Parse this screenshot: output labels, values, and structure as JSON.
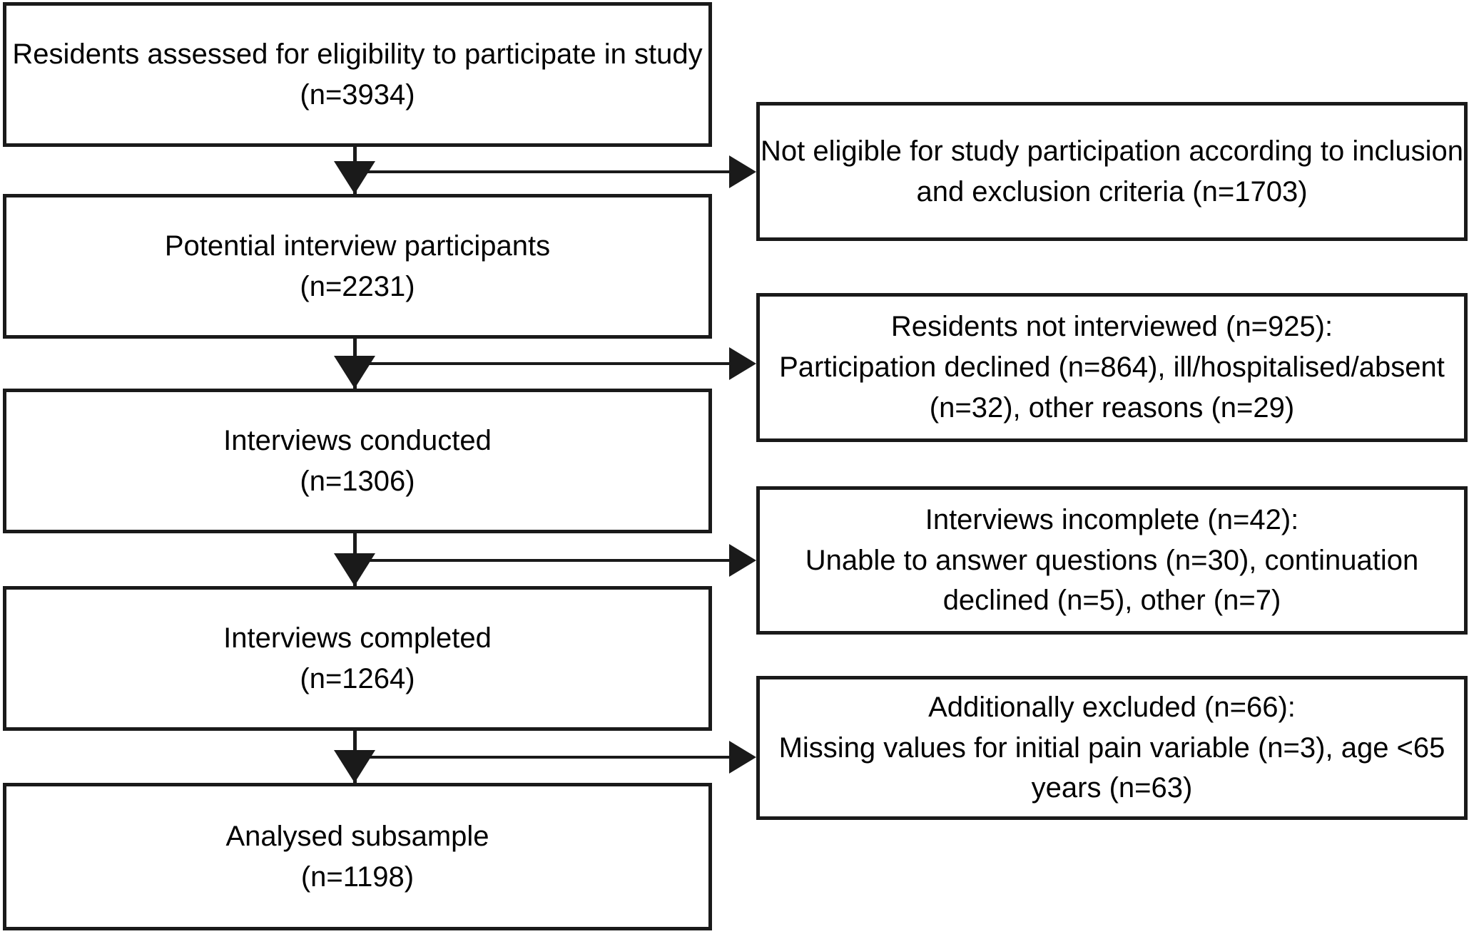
{
  "chart_data": {
    "type": "diagram",
    "diagram_type": "flowchart",
    "title": "Study participant flow diagram",
    "orientation": "top-to-bottom with right-side exclusion branches",
    "main_flow": [
      {
        "id": "assessed",
        "label": "Residents assessed for eligibility to participate in study",
        "count_text": "(n=3934)",
        "n": 3934
      },
      {
        "id": "potential",
        "label": "Potential interview participants",
        "count_text": "(n=2231)",
        "n": 2231
      },
      {
        "id": "conducted",
        "label": "Interviews conducted",
        "count_text": "(n=1306)",
        "n": 1306
      },
      {
        "id": "completed",
        "label": "Interviews completed",
        "count_text": "(n=1264)",
        "n": 1264
      },
      {
        "id": "analysed",
        "label": "Analysed subsample",
        "count_text": "(n=1198)",
        "n": 1198
      }
    ],
    "exclusions": [
      {
        "id": "not-eligible",
        "n": 1703,
        "lines": [
          "Not eligible for study participation according to inclusion",
          "and exclusion criteria (n=1703)"
        ]
      },
      {
        "id": "not-interviewed",
        "n": 925,
        "lines": [
          "Residents not interviewed (n=925):",
          "Participation declined (n=864), ill/hospitalised/absent",
          "(n=32), other reasons (n=29)"
        ]
      },
      {
        "id": "incomplete",
        "n": 42,
        "lines": [
          "Interviews incomplete (n=42):",
          "Unable to answer questions (n=30), continuation",
          "declined (n=5), other (n=7)"
        ]
      },
      {
        "id": "additionally-excluded",
        "n": 66,
        "lines": [
          "Additionally excluded (n=66):",
          "Missing values for initial pain variable (n=3), age <65",
          "years (n=63)"
        ]
      }
    ],
    "colors": {
      "box_border": "#1a1a1a",
      "background": "#ffffff",
      "text": "#000000"
    }
  },
  "nodes": {
    "assessed": {
      "line1": "Residents assessed for eligibility to participate in study",
      "line2": "(n=3934)"
    },
    "potential": {
      "line1": "Potential interview participants",
      "line2": "(n=2231)"
    },
    "conducted": {
      "line1": "Interviews conducted",
      "line2": "(n=1306)"
    },
    "completed": {
      "line1": "Interviews completed",
      "line2": "(n=1264)"
    },
    "analysed": {
      "line1": "Analysed subsample",
      "line2": "(n=1198)"
    }
  },
  "exclusion_nodes": {
    "not_eligible": {
      "line1": "Not eligible for study participation according to inclusion",
      "line2": "and exclusion criteria (n=1703)"
    },
    "not_interviewed": {
      "line1": "Residents not interviewed (n=925):",
      "line2": "Participation declined (n=864), ill/hospitalised/absent",
      "line3": "(n=32), other reasons (n=29)"
    },
    "incomplete": {
      "line1": "Interviews incomplete (n=42):",
      "line2": "Unable to answer questions (n=30), continuation",
      "line3": "declined (n=5), other (n=7)"
    },
    "additionally_excluded": {
      "line1": "Additionally excluded (n=66):",
      "line2": "Missing values for initial pain variable (n=3), age <65",
      "line3": "years (n=63)"
    }
  }
}
